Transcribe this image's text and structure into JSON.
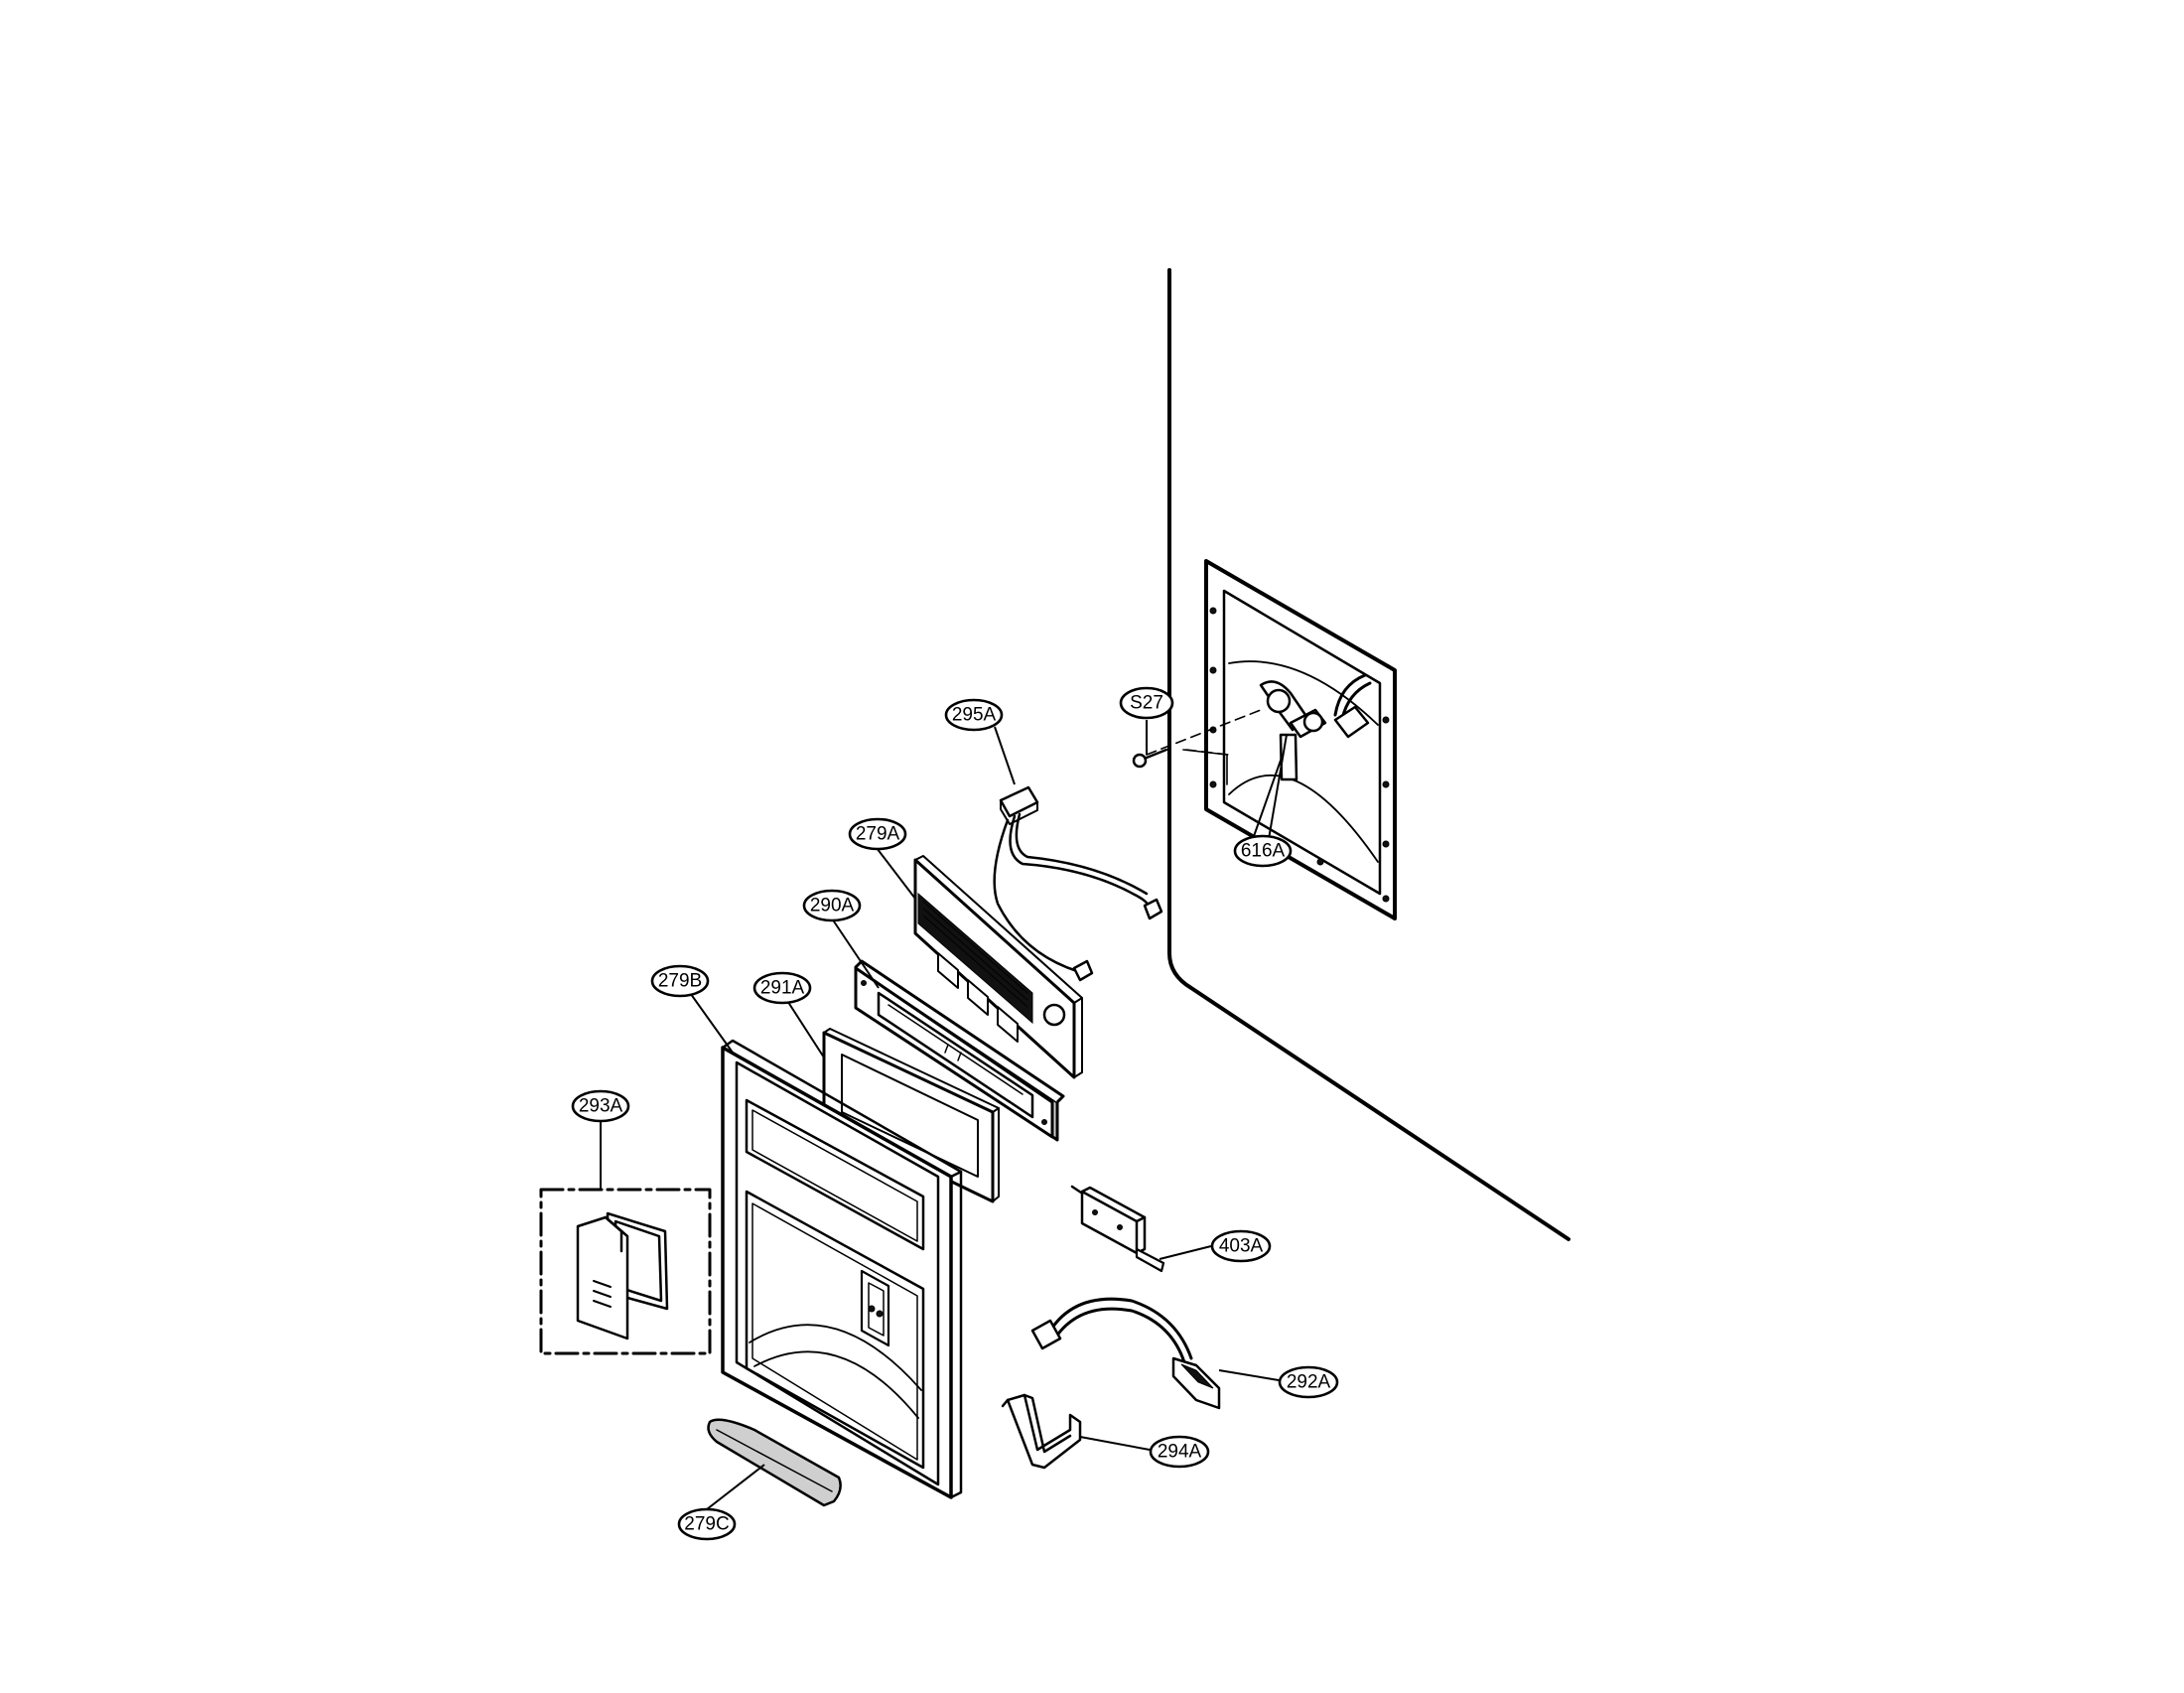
{
  "callouts": {
    "c295A": "295A",
    "c279A": "279A",
    "c290A": "290A",
    "c279B": "279B",
    "c291A": "291A",
    "c293A": "293A",
    "cS27": "S27",
    "c616A": "616A",
    "c403A": "403A",
    "c292A": "292A",
    "c294A": "294A",
    "c279C": "279C"
  }
}
